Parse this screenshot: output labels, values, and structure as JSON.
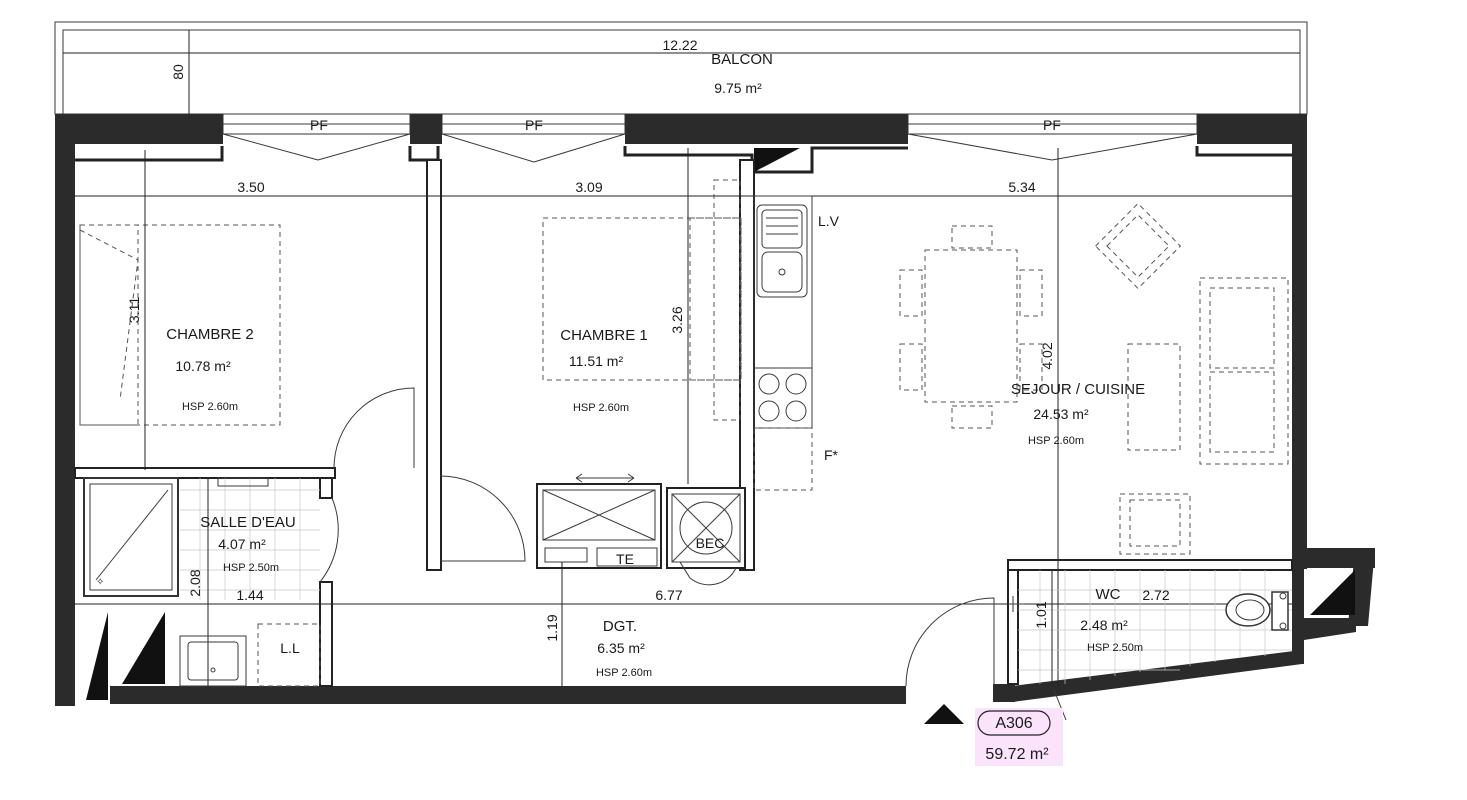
{
  "balcony": {
    "name": "BALCON",
    "area": "9.75 m²",
    "width": "12.22",
    "depth": "80"
  },
  "windows": {
    "label": "PF"
  },
  "rooms": {
    "chambre2": {
      "name": "CHAMBRE 2",
      "area": "10.78 m²",
      "hsp": "HSP 2.60m",
      "dim_width": "3.50",
      "dim_height": "3.11"
    },
    "chambre1": {
      "name": "CHAMBRE 1",
      "area": "11.51 m²",
      "hsp": "HSP 2.60m",
      "dim_width": "3.09",
      "dim_height": "3.26"
    },
    "sejour": {
      "name": "SEJOUR / CUISINE",
      "area": "24.53 m²",
      "hsp": "HSP 2.60m",
      "dim_width": "5.34",
      "dim_height": "4.02"
    },
    "salle_eau": {
      "name": "SALLE D'EAU",
      "area": "4.07 m²",
      "hsp": "HSP 2.50m",
      "dim_width": "1.44",
      "dim_height": "2.08"
    },
    "dgt": {
      "name": "DGT.",
      "area": "6.35 m²",
      "hsp": "HSP 2.60m",
      "dim_width": "6.77",
      "dim_height": "1.19"
    },
    "wc": {
      "name": "WC",
      "area": "2.48 m²",
      "hsp": "HSP 2.50m",
      "dim_width": "2.72",
      "dim_height": "1.01"
    }
  },
  "fixtures": {
    "lv": "L.V",
    "ll": "L.L",
    "f": "F*",
    "te": "TE",
    "bec": "BEC"
  },
  "unit": {
    "id": "A306",
    "total_area": "59.72 m²"
  }
}
